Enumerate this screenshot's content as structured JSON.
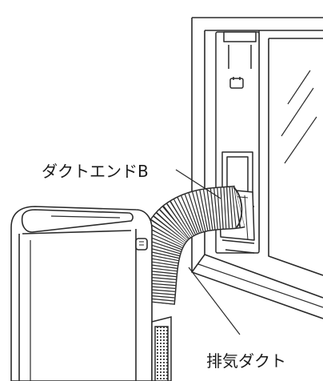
{
  "labels": {
    "duct_end_b": "ダクトエンドB",
    "exhaust_duct": "排気ダクト"
  },
  "colors": {
    "line": "#2a2a2a",
    "background": "#ffffff",
    "unit_dark_panel": "#3a3a3a"
  },
  "icons": {
    "window": "window-frame-illustration",
    "unit": "portable-air-conditioner-illustration",
    "duct": "flexible-exhaust-hose-illustration"
  }
}
